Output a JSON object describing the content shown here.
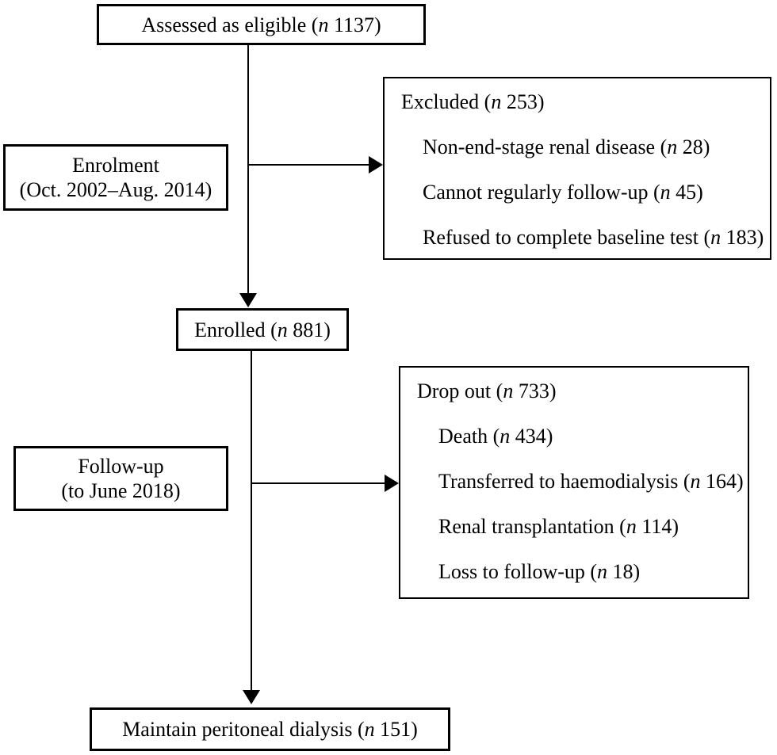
{
  "diagram": {
    "n_symbol": "n",
    "colors": {
      "border": "#000000",
      "text": "#000000",
      "background": "#ffffff",
      "arrow": "#000000"
    },
    "top_box": {
      "label": "Assessed as eligible",
      "n": "1137"
    },
    "enrolment_box": {
      "line1": "Enrolment",
      "line2": "(Oct. 2002–Aug. 2014)"
    },
    "excluded_box": {
      "title": {
        "label": "Excluded",
        "n": "253"
      },
      "items": [
        {
          "label": "Non-end-stage renal disease",
          "n": "28"
        },
        {
          "label": "Cannot regularly follow-up",
          "n": "45"
        },
        {
          "label": "Refused to complete baseline test",
          "n": "183"
        }
      ]
    },
    "enrolled_box": {
      "label": "Enrolled",
      "n": "881"
    },
    "followup_box": {
      "line1": "Follow-up",
      "line2": "(to June 2018)"
    },
    "dropout_box": {
      "title": {
        "label": "Drop out",
        "n": "733"
      },
      "items": [
        {
          "label": "Death",
          "n": "434"
        },
        {
          "label": "Transferred to haemodialysis",
          "n": "164"
        },
        {
          "label": "Renal transplantation",
          "n": "114"
        },
        {
          "label": "Loss to follow-up",
          "n": "18"
        }
      ]
    },
    "bottom_box": {
      "label": "Maintain peritoneal dialysis",
      "n": "151"
    }
  }
}
